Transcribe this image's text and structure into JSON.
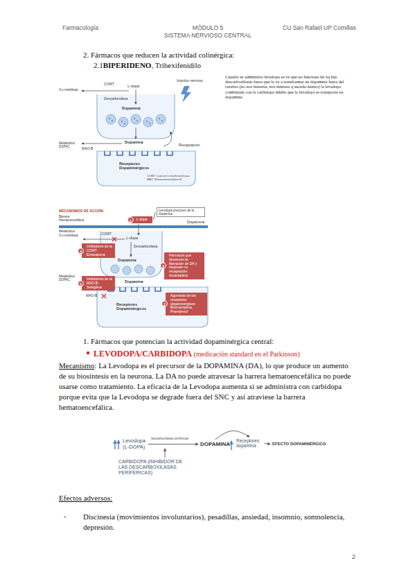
{
  "diagram": {
    "nodes": [
      {
        "text": [
          "1",
          "L-dopa"
        ]
      },
      {
        "text": [
          "Levodopa precursor de la dopamina"
        ]
      },
      {
        "text": [
          "4",
          "Inhibidores de la COMT: Entacapona"
        ]
      },
      {
        "text": [
          "3",
          "Fármacos que favorecen la liberación de DA y bloquean su recaptación: Amantadina"
        ]
      },
      {
        "text": [
          "5",
          "Inhibidores de la MAO-B: Selegilina"
        ]
      },
      {
        "text": [
          "2",
          "Agonistas de los receptores dopaminérgicos: Bromocriptina, Pramipexol"
        ]
      },
      {
        "text": [
          "Levodopa (L-DOPA)"
        ]
      },
      {
        "text": [
          "DOPAMINA"
        ]
      },
      {
        "text": [
          "Receptores dopamina"
        ]
      },
      {
        "text": [
          "EFECTO DOPAMINÉRGICO"
        ]
      },
      {
        "text": [
          "CARBIDOPA (INHIBIDOR DE LAS DESCARBOXILASAS PERIFÉRICAS)"
        ]
      }
    ],
    "edges": [
      {
        "from": 0,
        "to": 1,
        "arrow": "none"
      },
      {
        "from": 6,
        "to": 7,
        "arrow": "to"
      },
      {
        "from": 7,
        "to": 8,
        "arrow": "to"
      },
      {
        "from": 8,
        "to": 9,
        "arrow": "to"
      }
    ],
    "labels": [
      "Farmacología",
      "MÓDULO 5",
      "SISTEMA NERVIOSO CENTRAL",
      "CU San Rafael UP Comillas",
      "2. Fármacos que reducen la actividad colinérgica:",
      "2.1",
      "BIPERIDENO",
      ", Trihexifenidilo",
      "COMT",
      "3-o-metildopa",
      "L-dopa",
      "Impulso nervioso",
      "Descarboxilasa",
      "Dopamina",
      "Dopamina",
      "Recaptación",
      "Metabolitos DOPAC",
      "MAO-B",
      "Receptores Dopaminérgicos",
      "COMT: Catecol-O-metiltransferasa MAO: Monoaminooxidasa B",
      "Cuando se administra levadopa se ve que no funciona bn xq hay descarboxilasas fuera que la va a transformar en dopamina fuera del cerebro (no nos interesa, nos interesa q suceda dentro) la levadopa combinada con la carbidopa inhibe que la levadopa se transporte en dopamina",
      "MECANISMOS DE ACCIÓN:",
      "Barrera Hematoencefálica",
      "Dopamina",
      "Metabolitos",
      "3-o-metildopa",
      "COMT",
      "L-dopa",
      "Descarboxilasa",
      "Dopamina",
      "Metabolitos DOPAC",
      "MAO-B",
      "Dopamina",
      "Receptores Dopaminérgicos",
      "1. Fármacos que potencian la actividad dopaminérgica central:",
      "LEVODOPA/CARBIDOPA",
      " (medicación standard en el Parkinson)",
      "Mecanismo",
      ": La Levodopa es el precursor de la DOPAMINA (DA), lo que produce un aumento de su biosíntesis en la neurona. La DA no puede atravesar la barrera hematoencefálica no puede usarse como tratamiento. La eficacia de la Levodopa aumenta si se administra con carbidopa porque evita que la Levodopa se degrade fuera del SNC y así atraviese la barrera hematoencefálica.",
      "descarboxilasas periféricas",
      "Efectos adversos:",
      "-",
      "Discinesia (movimientos involuntarios), pesadillas, ansiedad, insomnio, somnolencia, depresión.",
      "2"
    ]
  }
}
